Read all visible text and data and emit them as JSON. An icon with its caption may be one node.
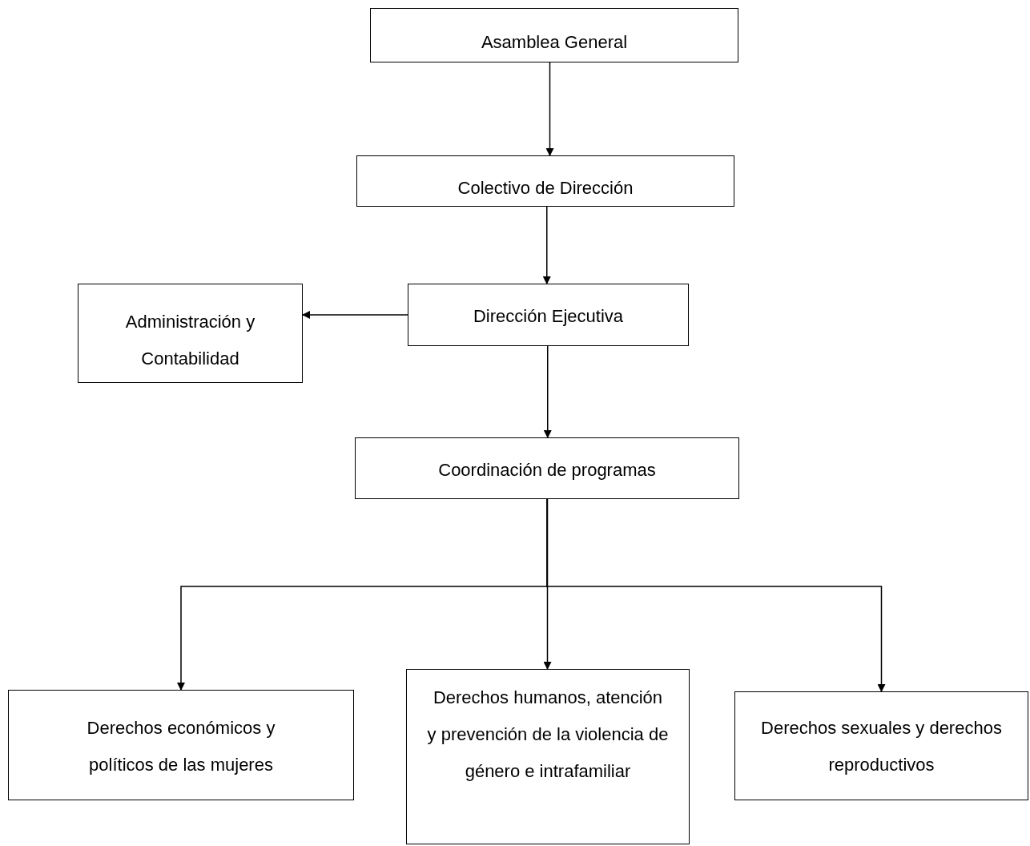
{
  "diagram": {
    "nodes": [
      {
        "text": [
          "Asamblea General"
        ]
      },
      {
        "text": [
          "Colectivo de Dirección"
        ]
      },
      {
        "text": [
          "Dirección Ejecutiva"
        ]
      },
      {
        "text": [
          "Administración y Contabilidad"
        ]
      },
      {
        "text": [
          "Coordinación de programas"
        ]
      },
      {
        "text": [
          "Derechos económicos y políticos de las mujeres"
        ]
      },
      {
        "text": [
          "Derechos humanos, atención y prevención de la violencia de género e intrafamiliar"
        ]
      },
      {
        "text": [
          "Derechos sexuales y derechos reproductivos"
        ]
      }
    ],
    "edges": [
      {
        "from": 0,
        "to": 1,
        "arrow": "to"
      },
      {
        "from": 1,
        "to": 2,
        "arrow": "to"
      },
      {
        "from": 2,
        "to": 3,
        "arrow": "to"
      },
      {
        "from": 2,
        "to": 4,
        "arrow": "to"
      },
      {
        "from": 4,
        "to": 5,
        "arrow": "to"
      },
      {
        "from": 4,
        "to": 6,
        "arrow": "to"
      },
      {
        "from": 4,
        "to": 7,
        "arrow": "to"
      }
    ]
  }
}
